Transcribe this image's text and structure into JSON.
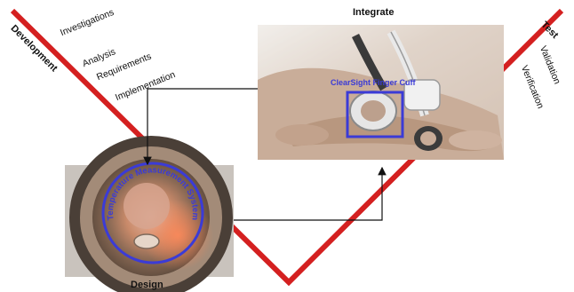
{
  "diagram": {
    "development_title": "Development",
    "development_steps": [
      "Investigations",
      "Analysis",
      "Requirements",
      "Implementation"
    ],
    "design_title": "Design",
    "integrate_title": "Integrate",
    "test_title": "Test",
    "test_steps": [
      "Validation",
      "Verification"
    ],
    "design_photo_caption": "Temperature Measurement System",
    "integrate_photo_caption": "ClearSight Finger Cuff",
    "colors": {
      "v_line": "#d42020",
      "highlight": "#3b3bd6",
      "arrow": "#111111"
    }
  }
}
